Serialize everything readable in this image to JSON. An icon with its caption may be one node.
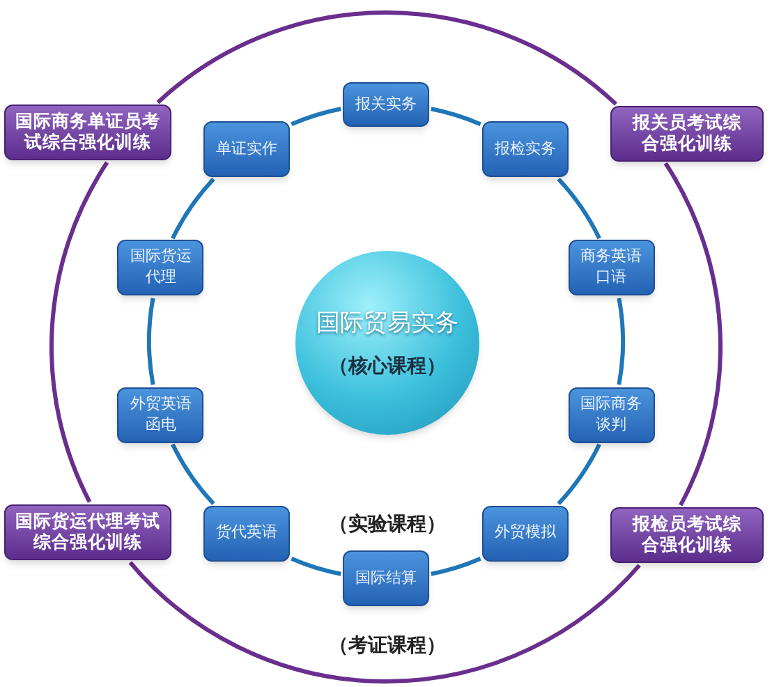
{
  "diagram": {
    "nodes": [
      {
        "text": [
          "国际贸易实务",
          "（核心课程）"
        ]
      },
      {
        "text": [
          "报关实务"
        ]
      },
      {
        "text": [
          "报检实务"
        ]
      },
      {
        "text": [
          "商务英语口语"
        ]
      },
      {
        "text": [
          "国际商务谈判"
        ]
      },
      {
        "text": [
          "外贸模拟"
        ]
      },
      {
        "text": [
          "国际结算"
        ]
      },
      {
        "text": [
          "货代英语"
        ]
      },
      {
        "text": [
          "外贸英语函电"
        ]
      },
      {
        "text": [
          "国际货运代理"
        ]
      },
      {
        "text": [
          "单证实作"
        ]
      },
      {
        "text": [
          "国际商务单证员考试综合强化训练"
        ]
      },
      {
        "text": [
          "报关员考试综合强化训练"
        ]
      },
      {
        "text": [
          "报检员考试综合强化训练"
        ]
      },
      {
        "text": [
          "国际货运代理考试综合强化训练"
        ]
      }
    ],
    "edges": [
      {
        "from": 1,
        "to": 2,
        "arrow": "none"
      },
      {
        "from": 2,
        "to": 3,
        "arrow": "none"
      },
      {
        "from": 3,
        "to": 4,
        "arrow": "none"
      },
      {
        "from": 4,
        "to": 5,
        "arrow": "none"
      },
      {
        "from": 5,
        "to": 6,
        "arrow": "none"
      },
      {
        "from": 6,
        "to": 7,
        "arrow": "none"
      },
      {
        "from": 7,
        "to": 8,
        "arrow": "none"
      },
      {
        "from": 8,
        "to": 9,
        "arrow": "none"
      },
      {
        "from": 9,
        "to": 10,
        "arrow": "none"
      },
      {
        "from": 10,
        "to": 1,
        "arrow": "none"
      },
      {
        "from": 11,
        "to": 12,
        "arrow": "none",
        "color": "#6a2f8e"
      },
      {
        "from": 12,
        "to": 13,
        "arrow": "none",
        "color": "#6a2f8e"
      },
      {
        "from": 13,
        "to": 14,
        "arrow": "none",
        "color": "#6a2f8e"
      },
      {
        "from": 14,
        "to": 11,
        "arrow": "none",
        "color": "#6a2f8e"
      }
    ],
    "labels": [
      "（实验课程）",
      "（考证课程）"
    ]
  }
}
